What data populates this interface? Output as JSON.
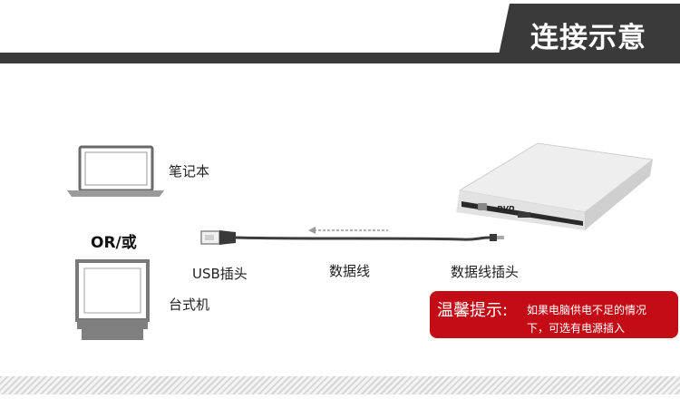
{
  "header": {
    "title": "连接示意"
  },
  "devices": {
    "laptop_label": "笔记本",
    "or_label": "OR/或",
    "desktop_label": "台式机"
  },
  "cable": {
    "usb_label": "USB插头",
    "cable_label": "数据线",
    "plug_label": "数据线插头"
  },
  "drive": {
    "brand": "DVD"
  },
  "notice": {
    "title": "温馨提示:",
    "line1": "如果电脑供电不足的情况",
    "line2": "下，可选有电源插入"
  },
  "colors": {
    "header": "#3a3a3a",
    "notice": "#c40c16"
  }
}
